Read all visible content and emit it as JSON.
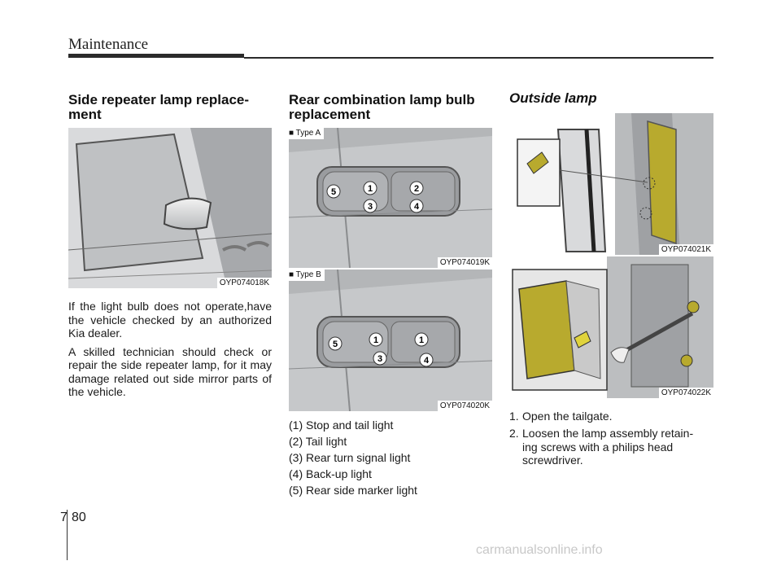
{
  "header": {
    "title": "Maintenance"
  },
  "left": {
    "heading": "Side repeater lamp replace-\nment",
    "figure_code": "OYP074018K",
    "paragraphs": [
      "If the light bulb does not operate,have the vehicle checked by an authorized Kia dealer.",
      "A skilled technician should check or repair the side repeater lamp, for it may damage related out side mirror parts of the vehicle."
    ]
  },
  "middle": {
    "heading": "Rear combination lamp bulb\nreplacement",
    "figure_a": {
      "type_label": "■ Type A",
      "code": "OYP074019K",
      "callouts": [
        "5",
        "1",
        "2",
        "3",
        "4"
      ]
    },
    "figure_b": {
      "type_label": "■ Type B",
      "code": "OYP074020K",
      "callouts": [
        "5",
        "1",
        "1",
        "3",
        "4"
      ]
    },
    "list": [
      "(1) Stop and tail light",
      "(2) Tail light",
      "(3) Rear turn signal light",
      "(4) Back-up light",
      "(5) Rear side marker light"
    ]
  },
  "right": {
    "heading": "Outside lamp",
    "figure_top_code": "OYP074021K",
    "figure_bottom_code": "OYP074022K",
    "steps": [
      {
        "num": "1.",
        "text": "Open the tailgate."
      },
      {
        "num": "2.",
        "text": "Loosen the lamp assembly retain-\ning screws with a philips head\nscrewdriver."
      }
    ]
  },
  "footer": {
    "chapter": "7",
    "page": "80"
  },
  "watermark": "carmanualsonline.info",
  "colors": {
    "accent_yellow": "#b8aa2e",
    "callout_fill": "#ffffff",
    "rule": "#2b2b2b"
  }
}
